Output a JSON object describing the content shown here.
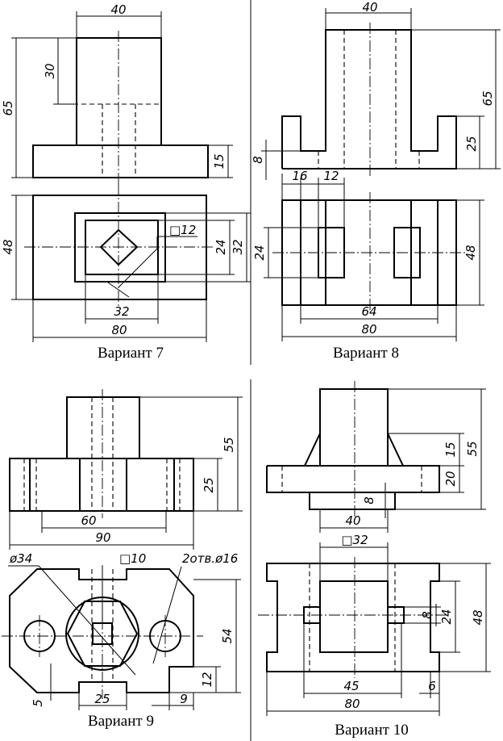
{
  "captions": {
    "v7": "Вариант 7",
    "v8": "Вариант 8",
    "v9": "Вариант 9",
    "v10": "Вариант 10"
  },
  "v7": {
    "w40": "40",
    "h65": "65",
    "h30": "30",
    "h15": "15",
    "h48": "48",
    "sq12": "□12",
    "d24": "24",
    "d32r": "32",
    "d32b": "32",
    "w80": "80"
  },
  "v8": {
    "w40": "40",
    "h65": "65",
    "h25": "25",
    "h8": "8",
    "w16": "16",
    "w12": "12",
    "h24": "24",
    "h48": "48",
    "w64": "64",
    "w80": "80"
  },
  "v9": {
    "h55": "55",
    "h25": "25",
    "w60": "60",
    "w90": "90",
    "dia34": "ø34",
    "sq10": "□10",
    "holes": "2отв.ø16",
    "h54": "54",
    "h12": "12",
    "w5": "5",
    "w25": "25",
    "w9": "9"
  },
  "v10": {
    "h15": "15",
    "h55": "55",
    "h20": "20",
    "h8": "8",
    "w40": "40",
    "sq32": "□32",
    "h8b": "8",
    "h24": "24",
    "h48": "48",
    "w45": "45",
    "w6": "6",
    "w80": "80"
  }
}
